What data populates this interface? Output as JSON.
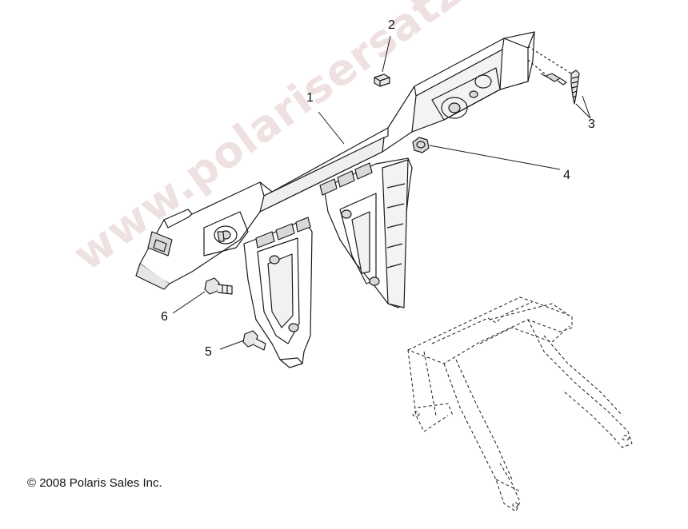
{
  "diagram": {
    "callouts": {
      "c1": "1",
      "c2": "2",
      "c3": "3",
      "c4": "4",
      "c5": "5",
      "c6": "6"
    },
    "copyright": "© 2008 Polaris Sales Inc.",
    "watermark": "www.polarisersatzteile.de",
    "colors": {
      "line": "#1a1a1a",
      "watermark": "#e3c9c9",
      "fill_dark": "#d9d9d9"
    }
  }
}
